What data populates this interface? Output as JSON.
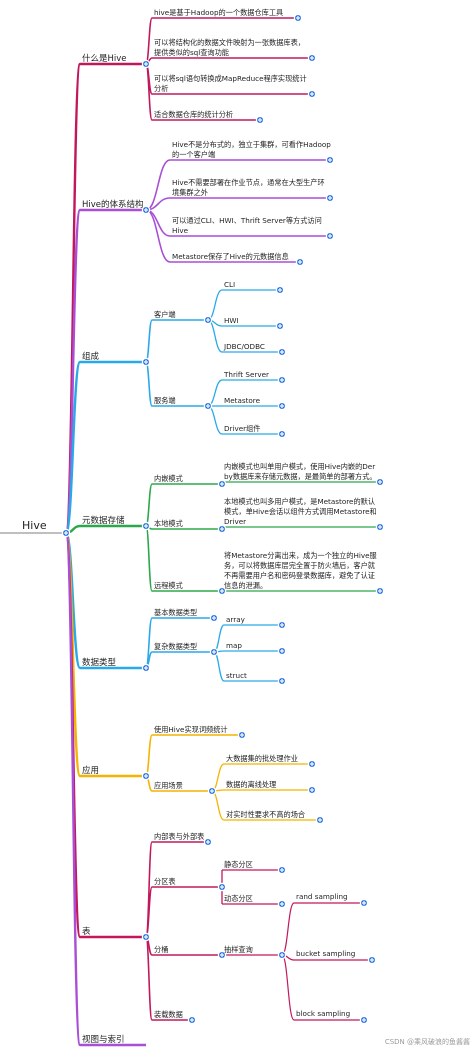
{
  "root": "Hive",
  "colors": {
    "magenta": "#c2185b",
    "purple": "#a94fd6",
    "sky": "#29a9e8",
    "green": "#2ca84a",
    "gold": "#f4b400",
    "plus": "#1f6fe0",
    "root_line": "#aaaaaa"
  },
  "branches": [
    {
      "label": "什么是Hive",
      "color": "magenta",
      "children": [
        {
          "label": "hive是基于Hadoop的一个数据仓库工具"
        },
        {
          "label": "可以将结构化的数据文件映射为一张数据库表，提供类似的sql查询功能"
        },
        {
          "label": "可以将sql语句转换成MapReduce程序实现统计分析"
        },
        {
          "label": "适合数据仓库的统计分析"
        }
      ]
    },
    {
      "label": "Hive的体系结构",
      "color": "purple",
      "children": [
        {
          "label": "Hive不是分布式的，独立于集群，可看作Hadoop的一个客户端"
        },
        {
          "label": "Hive不需要部署在作业节点，通常在大型生产环境集群之外"
        },
        {
          "label": "可以通过CLI、HWI、Thrift Server等方式访问Hive"
        },
        {
          "label": "Metastore保存了Hive的元数据信息"
        }
      ]
    },
    {
      "label": "组成",
      "color": "sky",
      "children": [
        {
          "label": "客户端",
          "children": [
            {
              "label": "CLI"
            },
            {
              "label": "HWI"
            },
            {
              "label": "JDBC/ODBC"
            }
          ]
        },
        {
          "label": "服务端",
          "children": [
            {
              "label": "Thrift Server"
            },
            {
              "label": "Metastore"
            },
            {
              "label": "Driver组件"
            }
          ]
        }
      ]
    },
    {
      "label": "元数据存储",
      "color": "green",
      "children": [
        {
          "label": "内嵌模式",
          "children": [
            {
              "label": "内嵌模式也叫单用户模式，使用Hive内嵌的Derby数据库来存储元数据，是最简单的部署方式。"
            }
          ]
        },
        {
          "label": "本地模式",
          "children": [
            {
              "label": "本地模式也叫多用户模式，是Metastore的默认模式，单Hive会话以组件方式调用Metastore和Driver"
            }
          ]
        },
        {
          "label": "远程模式",
          "children": [
            {
              "label": "将Metastore分离出来，成为一个独立的Hive服务，可以将数据库层完全置于防火墙后，客户就不再需要用户名和密码登录数据库，避免了认证信息的泄漏。"
            }
          ]
        }
      ]
    },
    {
      "label": "数据类型",
      "color": "sky",
      "children": [
        {
          "label": "基本数据类型"
        },
        {
          "label": "复杂数据类型",
          "children": [
            {
              "label": "array"
            },
            {
              "label": "map"
            },
            {
              "label": "struct"
            }
          ]
        }
      ]
    },
    {
      "label": "应用",
      "color": "gold",
      "children": [
        {
          "label": "使用Hive实现词频统计"
        },
        {
          "label": "应用场景",
          "children": [
            {
              "label": "大数据集的批处理作业"
            },
            {
              "label": "数据的离线处理"
            },
            {
              "label": "对实时性要求不高的场合"
            }
          ]
        }
      ]
    },
    {
      "label": "表",
      "color": "magenta",
      "children": [
        {
          "label": "内部表与外部表"
        },
        {
          "label": "分区表",
          "children": [
            {
              "label": "静态分区"
            },
            {
              "label": "动态分区"
            }
          ]
        },
        {
          "label": "分桶",
          "children": [
            {
              "label": "抽样查询",
              "children": [
                {
                  "label": "rand sampling"
                },
                {
                  "label": "bucket sampling"
                },
                {
                  "label": "block sampling"
                }
              ]
            }
          ]
        },
        {
          "label": "装载数据"
        }
      ]
    },
    {
      "label": "视图与索引",
      "color": "purple",
      "children": []
    }
  ],
  "watermark": "CSDN @乘风破浪的鱼酱酱"
}
